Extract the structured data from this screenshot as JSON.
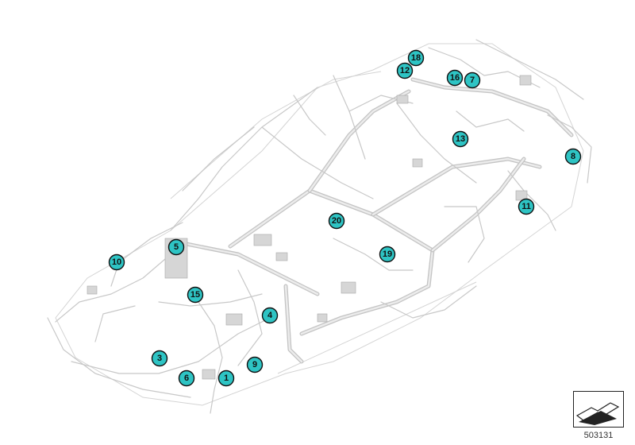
{
  "callouts": [
    {
      "label": "1"
    },
    {
      "label": "3"
    },
    {
      "label": "4"
    },
    {
      "label": "5"
    },
    {
      "label": "6"
    },
    {
      "label": "7"
    },
    {
      "label": "8"
    },
    {
      "label": "9"
    },
    {
      "label": "10"
    },
    {
      "label": "11"
    },
    {
      "label": "12"
    },
    {
      "label": "13"
    },
    {
      "label": "15"
    },
    {
      "label": "16"
    },
    {
      "label": "18"
    },
    {
      "label": "19"
    },
    {
      "label": "20"
    }
  ],
  "reference_number": "503131",
  "colors": {
    "callout_fill": "#2ec4c4",
    "wire": "#c8c8c8",
    "outline": "#222222"
  }
}
